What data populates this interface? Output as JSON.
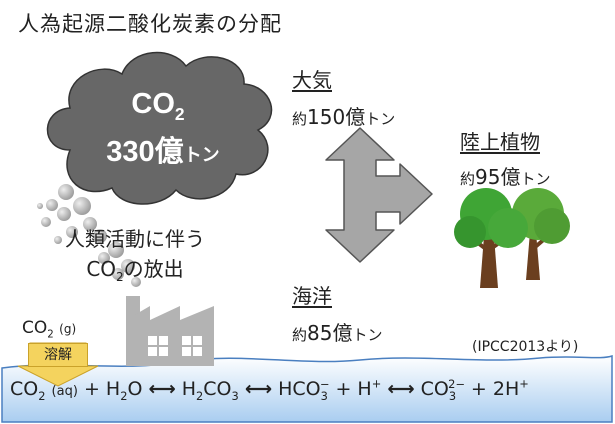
{
  "title": "人為起源二酸化炭素の分配",
  "cloud": {
    "line1": "CO₂",
    "line2_num": "330億",
    "line2_unit": "トン"
  },
  "emission": {
    "line1": "人類活動に伴う",
    "line2": "CO₂の放出"
  },
  "atmosphere": {
    "label": "大気",
    "prefix": "約",
    "value": "150億",
    "unit": "トン"
  },
  "ocean": {
    "label": "海洋",
    "prefix": "約",
    "value": "85億",
    "unit": "トン"
  },
  "land": {
    "label": "陸上植物",
    "prefix": "約",
    "value": "95億",
    "unit": "トン"
  },
  "co2_gas": "CO₂ (g)",
  "dissolve": "溶解",
  "source": "(IPCC2013より)",
  "equation": "CO₂ (aq) + H₂O ⟷ H₂CO₃ ⟷ HCO₃⁻ + H⁺ ⟷ CO₃²⁻ + 2H⁺",
  "colors": {
    "cloud": "#666666",
    "arrow": "#a6a6a6",
    "sea_top": "#ffffff",
    "sea_bottom": "#a9cdf0",
    "tree": "#3fa535",
    "factory": "#b3b3b3"
  }
}
